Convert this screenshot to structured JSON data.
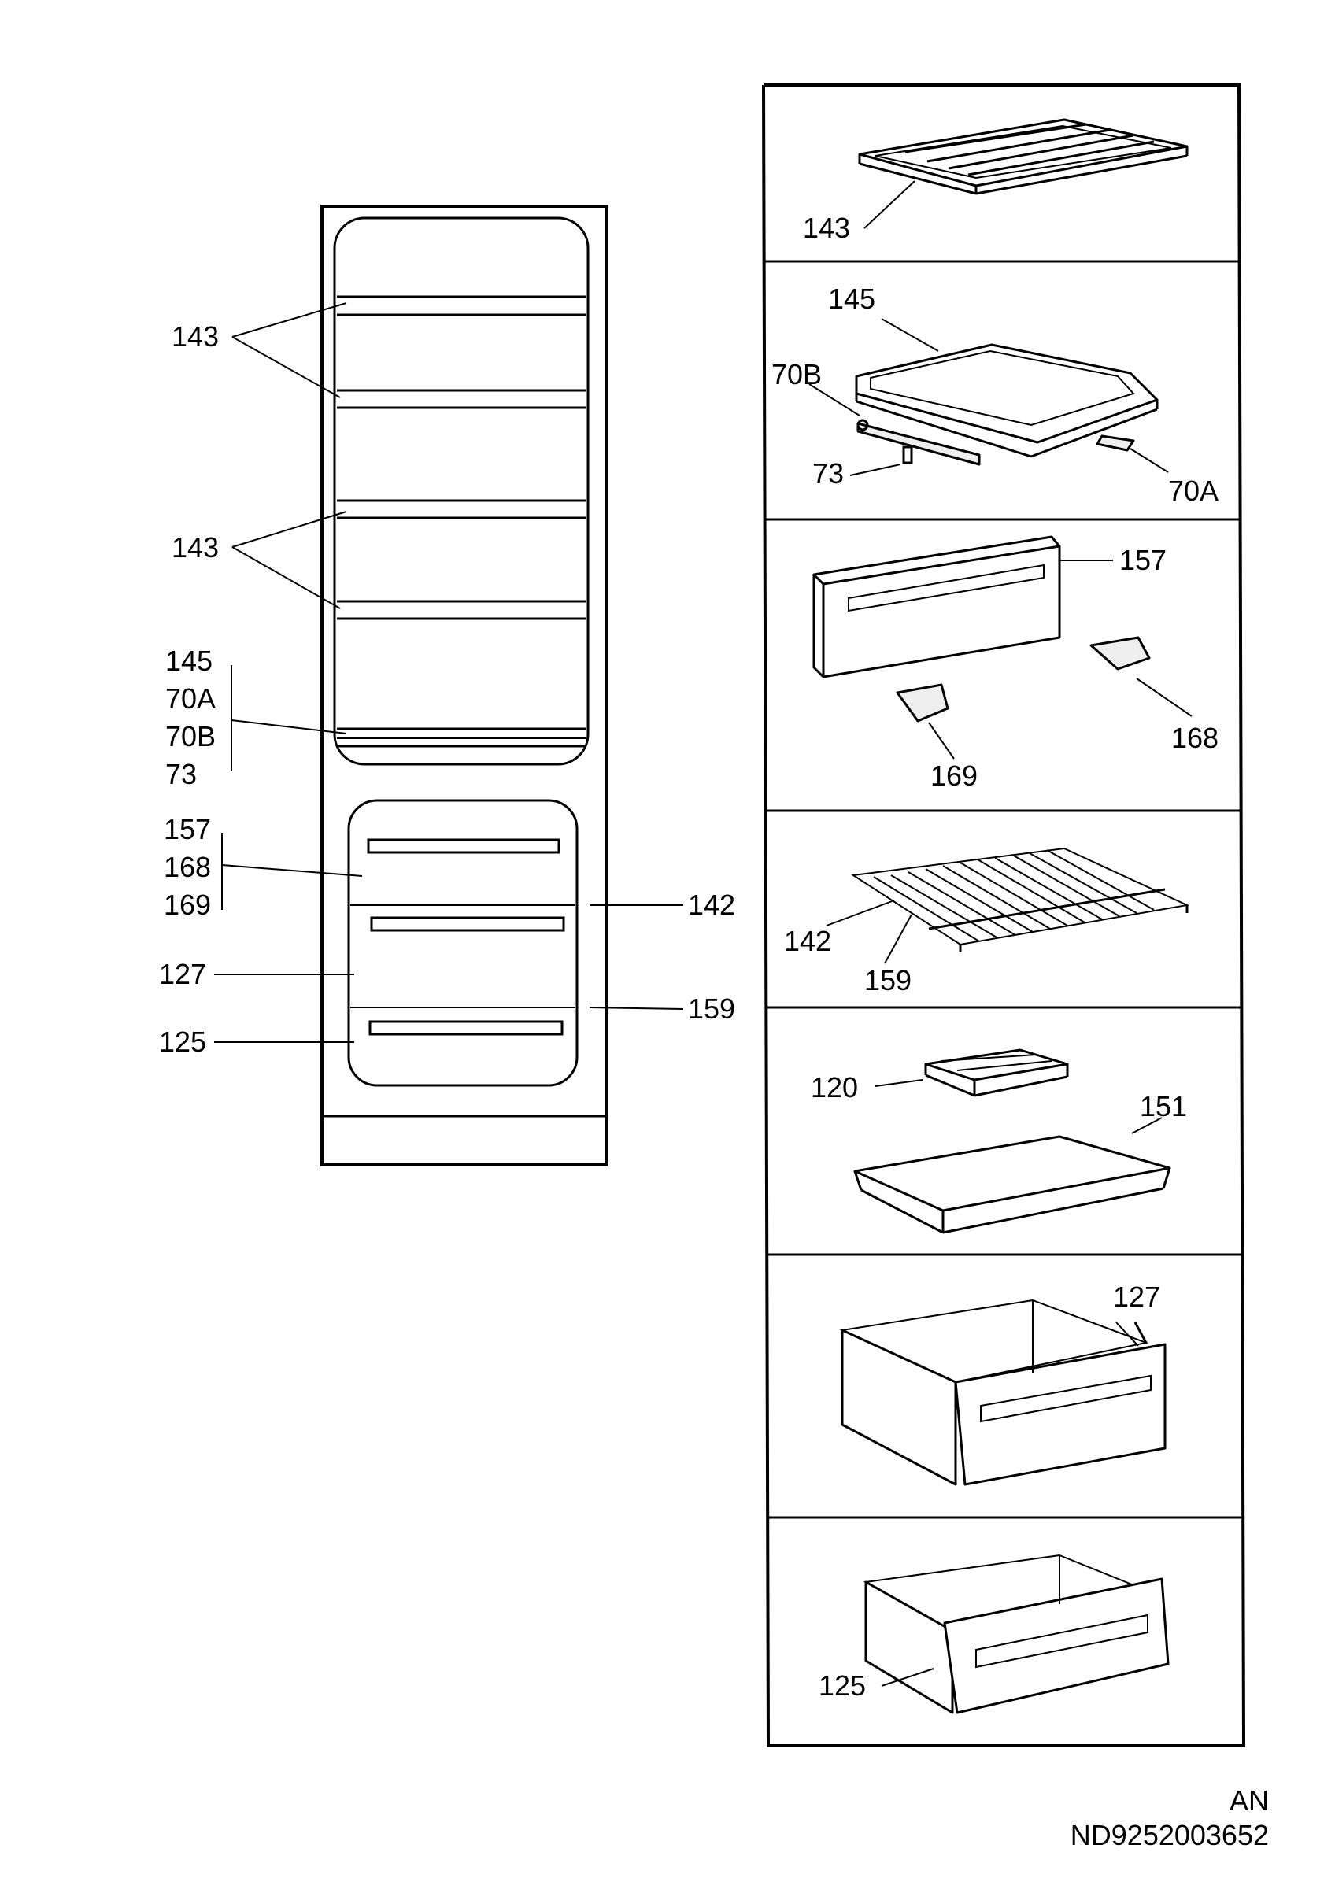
{
  "cabinet_callouts": {
    "shelves_upper": "143",
    "shelves_lower": "143",
    "tray_group": [
      "145",
      "70A",
      "70B",
      "73"
    ],
    "flap_group": [
      "157",
      "168",
      "169"
    ],
    "drawer_middle": "127",
    "drawer_bottom": "125",
    "grid_shelf": "142",
    "grid_rail": "159"
  },
  "panels": {
    "p1": {
      "shelf": "143"
    },
    "p2": {
      "tray": "145",
      "rail_b": "70B",
      "screw": "73",
      "rail_a": "70A"
    },
    "p3": {
      "flap": "157",
      "hinge_r": "168",
      "hinge_l": "169"
    },
    "p4": {
      "shelf": "142",
      "rail": "159"
    },
    "p5": {
      "ice_tray": "120",
      "tray": "151"
    },
    "p6": {
      "drawer": "127"
    },
    "p7": {
      "drawer": "125"
    }
  },
  "footer": {
    "lang": "AN",
    "doc_number": "ND9252003652"
  }
}
